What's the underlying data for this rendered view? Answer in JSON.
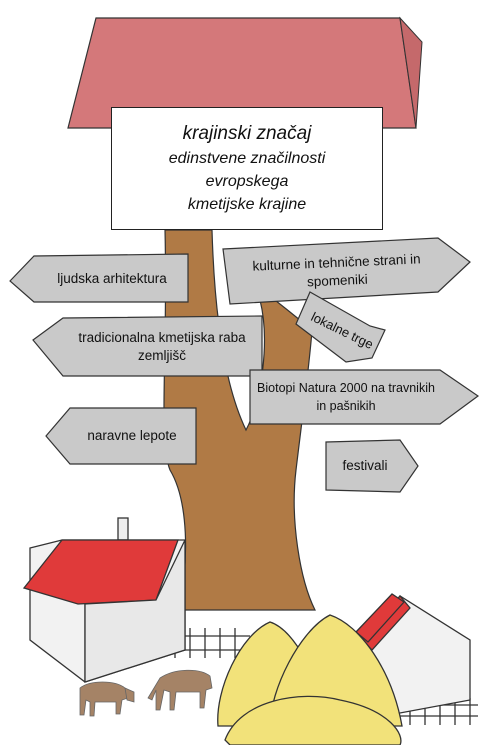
{
  "title": {
    "line1": "krajinski značaj",
    "line2": "edinstvene značilnosti",
    "line3": "evropskega",
    "line4": "kmetijske krajine"
  },
  "signs": [
    {
      "id": "ljudska-arhitektura",
      "text": "ljudska arhitektura",
      "direction": "left"
    },
    {
      "id": "kulturne-spomeniki",
      "text": "kulturne in tehnične strani in spomeniki",
      "direction": "right"
    },
    {
      "id": "lokalne-trge",
      "text": "lokalne trge",
      "direction": "right"
    },
    {
      "id": "tradicionalna-raba",
      "text": "tradicionalna kmetijska raba zemljišč",
      "direction": "left"
    },
    {
      "id": "biotopi-natura",
      "text": "Biotopi Natura 2000 na travnikih in pašnikih",
      "direction": "right"
    },
    {
      "id": "naravne-lepote",
      "text": "naravne lepote",
      "direction": "left"
    },
    {
      "id": "festivali",
      "text": "festivali",
      "direction": "right"
    }
  ],
  "colors": {
    "roof": "#d4787a",
    "trunk": "#b07a45",
    "sign": "#c9c9c9",
    "house_roof": "#e03a3a",
    "hay": "#f2e27a",
    "cow": "#a58366"
  }
}
